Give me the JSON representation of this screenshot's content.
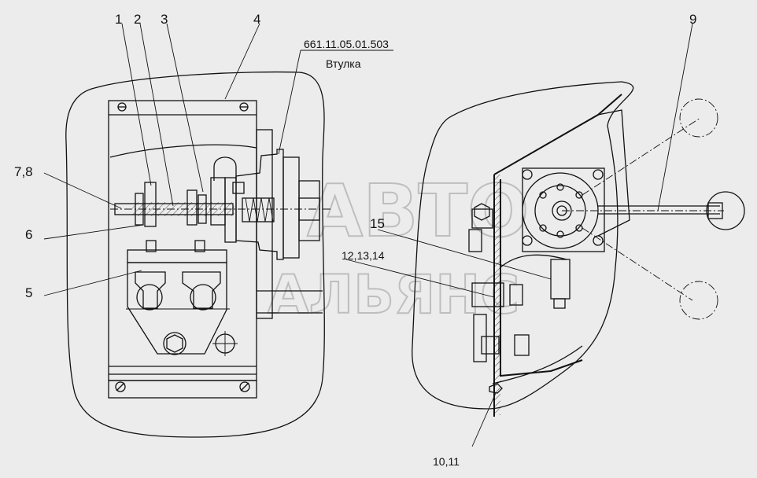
{
  "callouts": {
    "c1": "1",
    "c2": "2",
    "c3": "3",
    "c4": "4",
    "c9": "9",
    "c78": "7,8",
    "c6": "6",
    "c5": "5",
    "c15": "15",
    "c121314": "12,13,14",
    "c1011": "10,11"
  },
  "part_ref": {
    "number": "661.11.05.01.503",
    "name": "Втулка"
  },
  "watermark": {
    "line1": "АВТО",
    "line2": "АЛЬЯНС"
  }
}
